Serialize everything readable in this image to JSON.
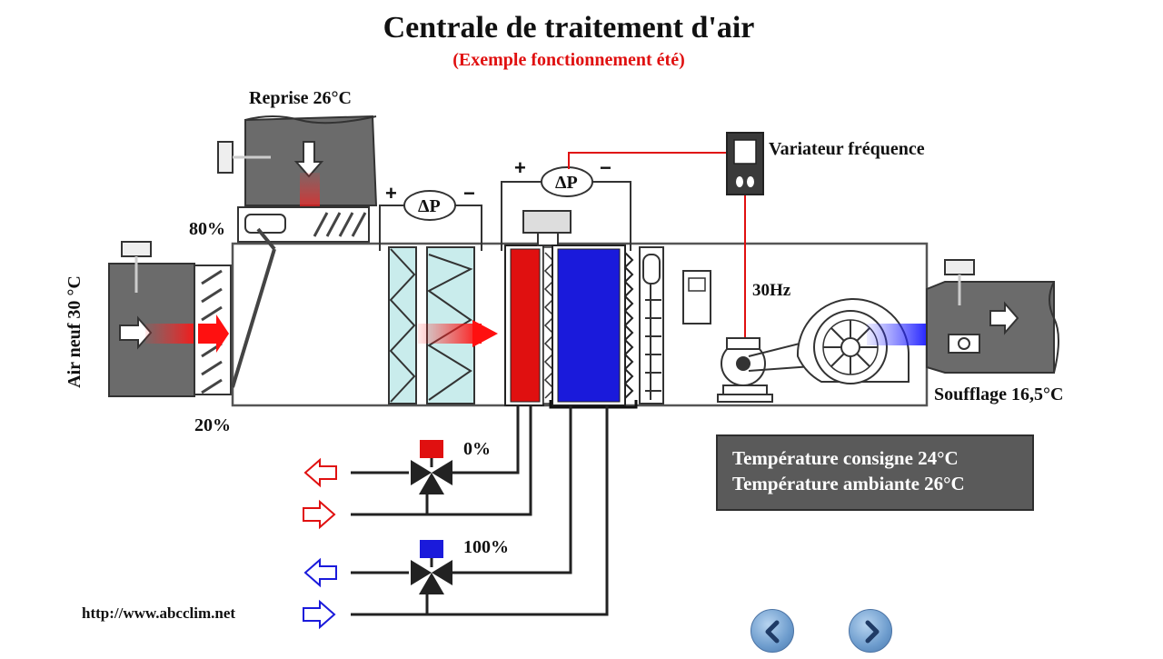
{
  "title": "Centrale de traitement d'air",
  "subtitle": "(Exemple fonctionnement été)",
  "labels": {
    "reprise": "Reprise 26°C",
    "air_neuf": "Air neuf  30 °C",
    "recirc_pct": "80%",
    "fresh_pct": "20%",
    "variateur": "Variateur fréquence",
    "freq": "30Hz",
    "soufflage": "Soufflage 16,5°C",
    "hot_valve_pct": "0%",
    "cold_valve_pct": "100%",
    "website": "http://www.abcclim.net",
    "dp_label": "ΔP",
    "plus": "+",
    "minus": "−"
  },
  "info": {
    "consigne": "Température consigne 24°C",
    "ambiante": "Température ambiante 26°C"
  },
  "colors": {
    "hot": "#e01010",
    "cold": "#1a1adb",
    "duct": "#6b6b6b",
    "filter": "#c9ecec",
    "info_bg": "#5a5a5a"
  },
  "nav": {
    "prev_icon": "chevron-left-icon",
    "next_icon": "chevron-right-icon"
  }
}
